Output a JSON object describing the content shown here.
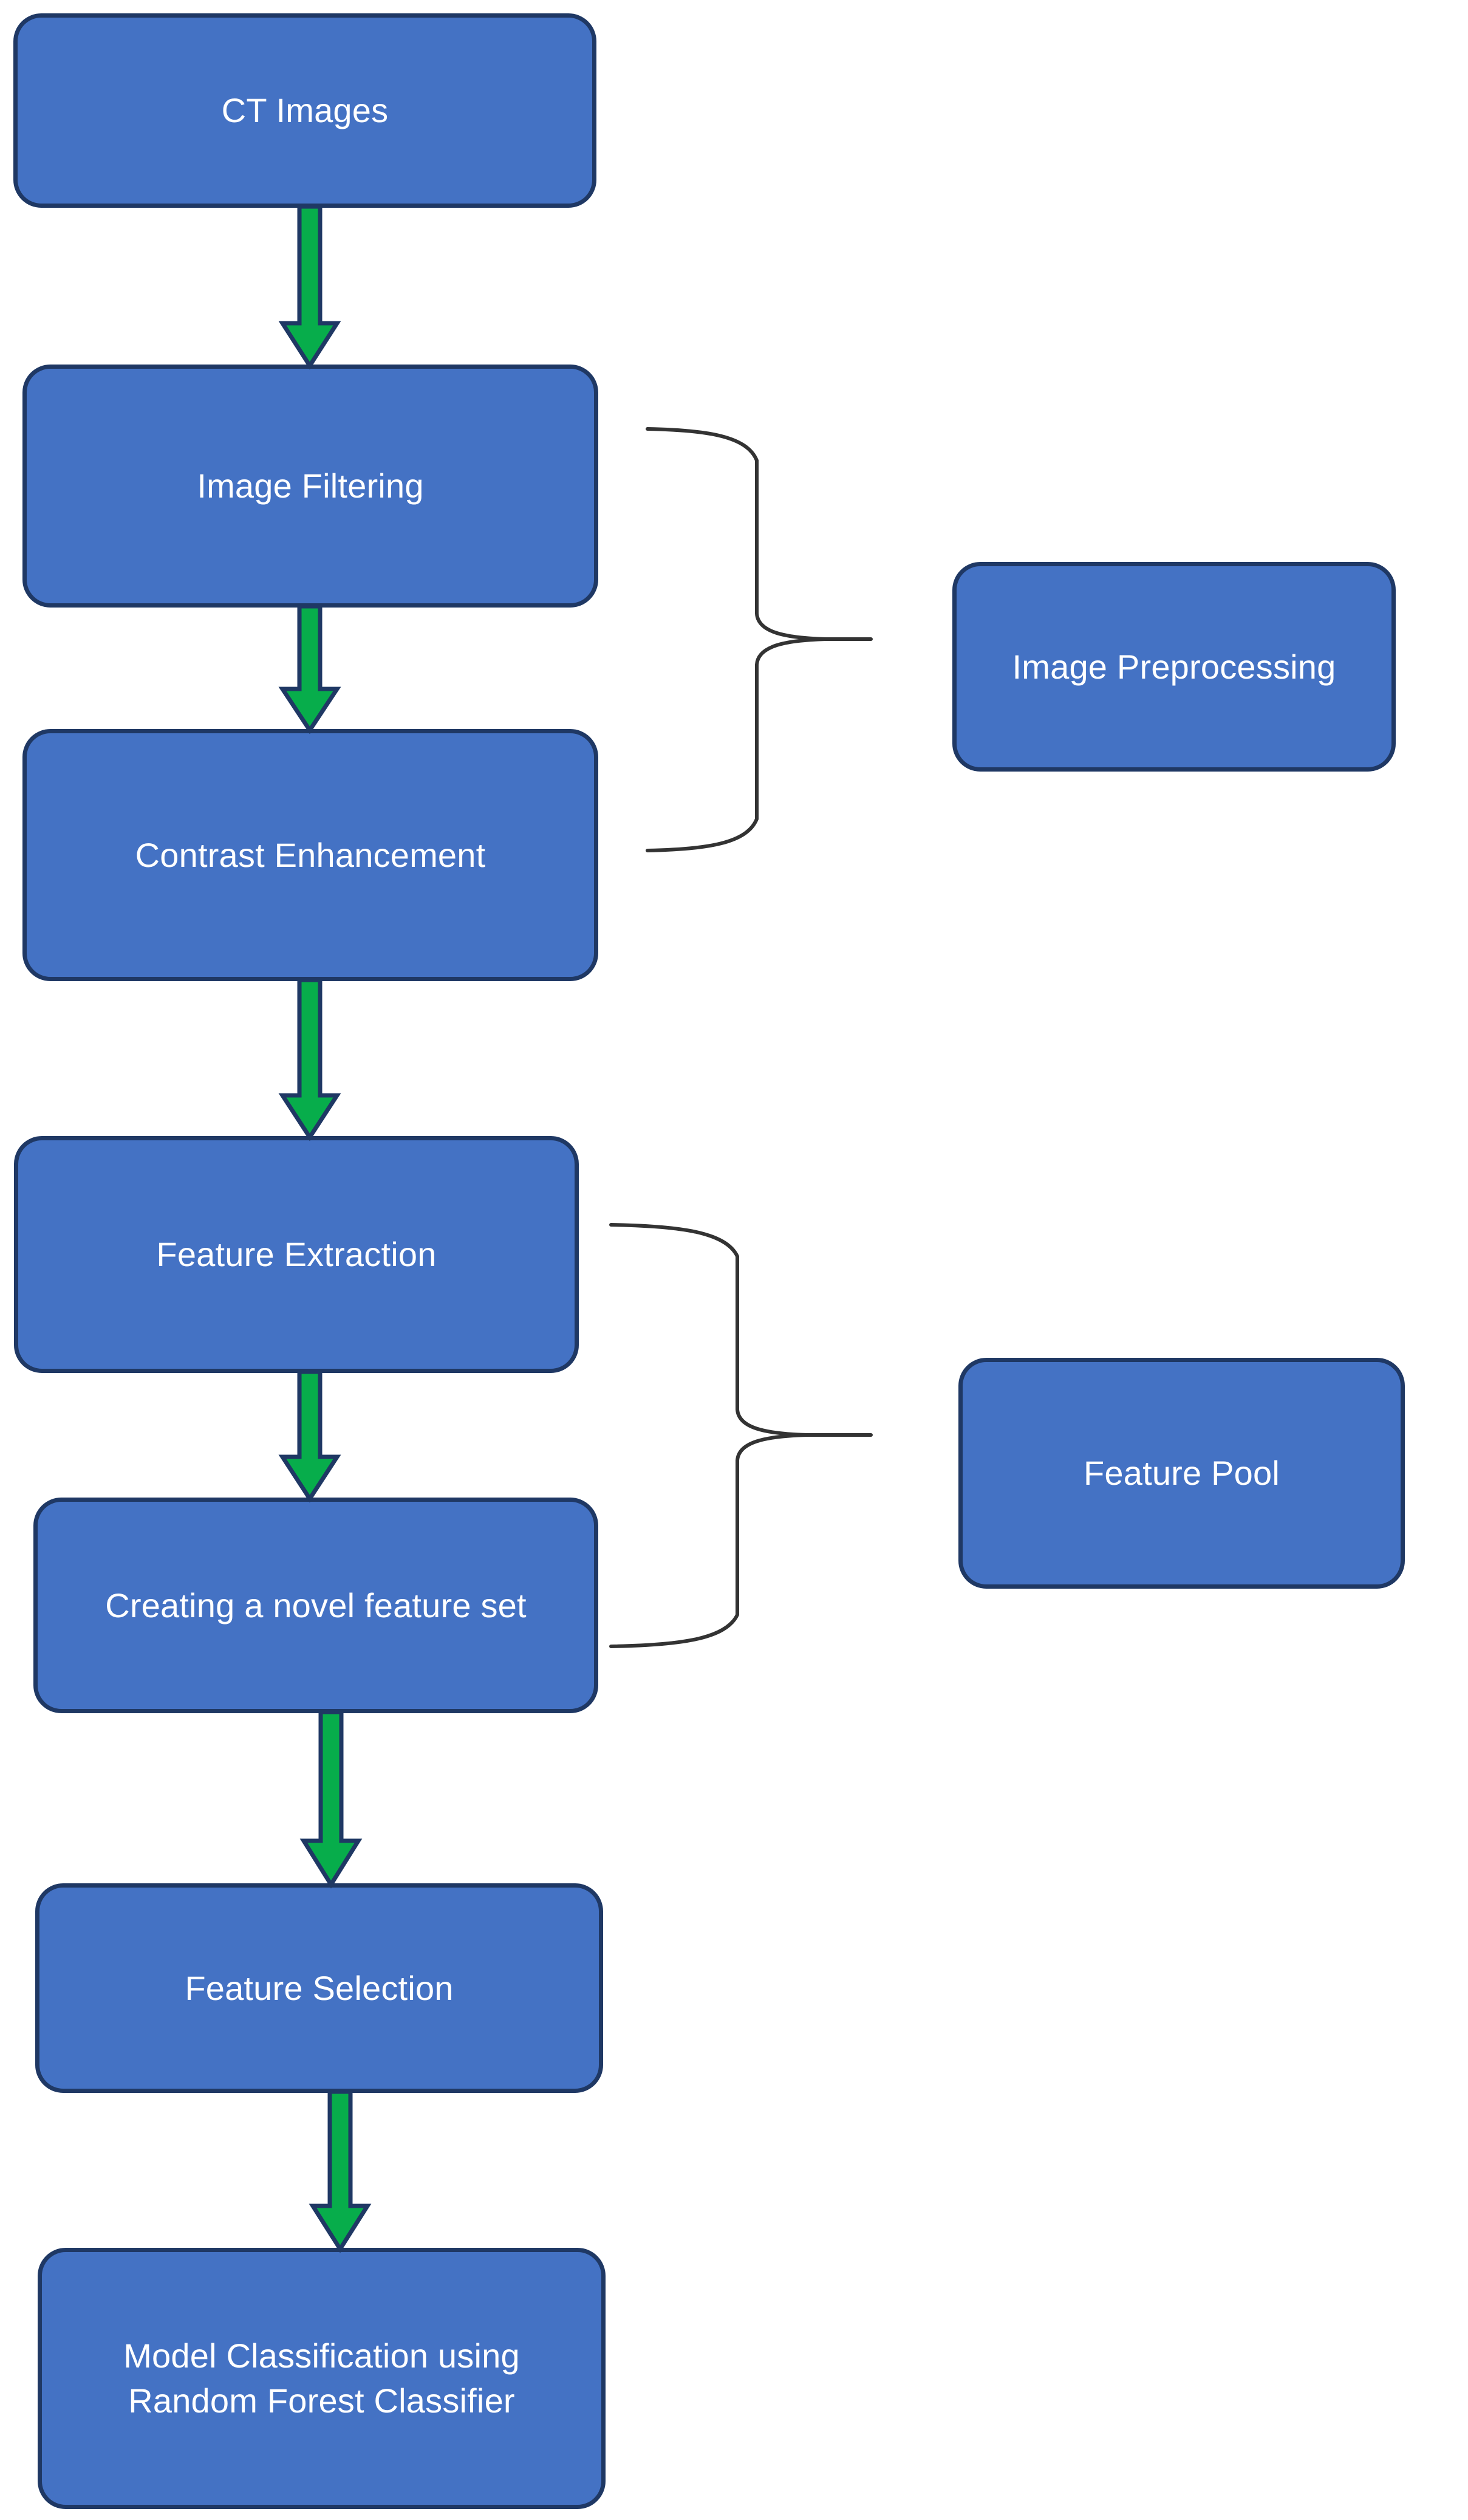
{
  "diagram": {
    "title": "CT image classification pipeline flowchart",
    "colors": {
      "node_fill": "#4472C4",
      "node_border": "#1F3864",
      "node_text": "#FFFFFF",
      "arrow_fill": "#07AD4B",
      "arrow_border": "#1F3864",
      "brace_stroke": "#333333",
      "background": "#FFFFFF"
    },
    "nodes": [
      {
        "id": "ct-images",
        "label": "CT Images"
      },
      {
        "id": "image-filtering",
        "label": "Image Filtering"
      },
      {
        "id": "contrast-enhancement",
        "label": "Contrast Enhancement"
      },
      {
        "id": "feature-extraction",
        "label": "Feature Extraction"
      },
      {
        "id": "novel-feature-set",
        "label": "Creating a novel feature set"
      },
      {
        "id": "feature-selection",
        "label": "Feature Selection"
      },
      {
        "id": "model-classification",
        "label": "Model Classification using Random Forest Classifier"
      }
    ],
    "group_labels": [
      {
        "id": "image-preprocessing",
        "label": "Image Preprocessing"
      },
      {
        "id": "feature-pool",
        "label": "Feature Pool"
      }
    ],
    "arrows": [
      {
        "id": "arrow-1",
        "from": "CT Images",
        "to": "Image Filtering"
      },
      {
        "id": "arrow-2",
        "from": "Image Filtering",
        "to": "Contrast Enhancement"
      },
      {
        "id": "arrow-3",
        "from": "Contrast Enhancement",
        "to": "Feature Extraction"
      },
      {
        "id": "arrow-4",
        "from": "Feature Extraction",
        "to": "Creating a novel feature set"
      },
      {
        "id": "arrow-5",
        "from": "Creating a novel feature set",
        "to": "Feature Selection"
      },
      {
        "id": "arrow-6",
        "from": "Feature Selection",
        "to": "Model Classification using Random Forest Classifier"
      }
    ],
    "braces": [
      {
        "id": "brace-preprocessing",
        "groups": [
          "Image Filtering",
          "Contrast Enhancement"
        ],
        "points_to": "Image Preprocessing"
      },
      {
        "id": "brace-feature-pool",
        "groups": [
          "Feature Extraction",
          "Creating a novel feature set"
        ],
        "points_to": "Feature Pool"
      }
    ]
  }
}
